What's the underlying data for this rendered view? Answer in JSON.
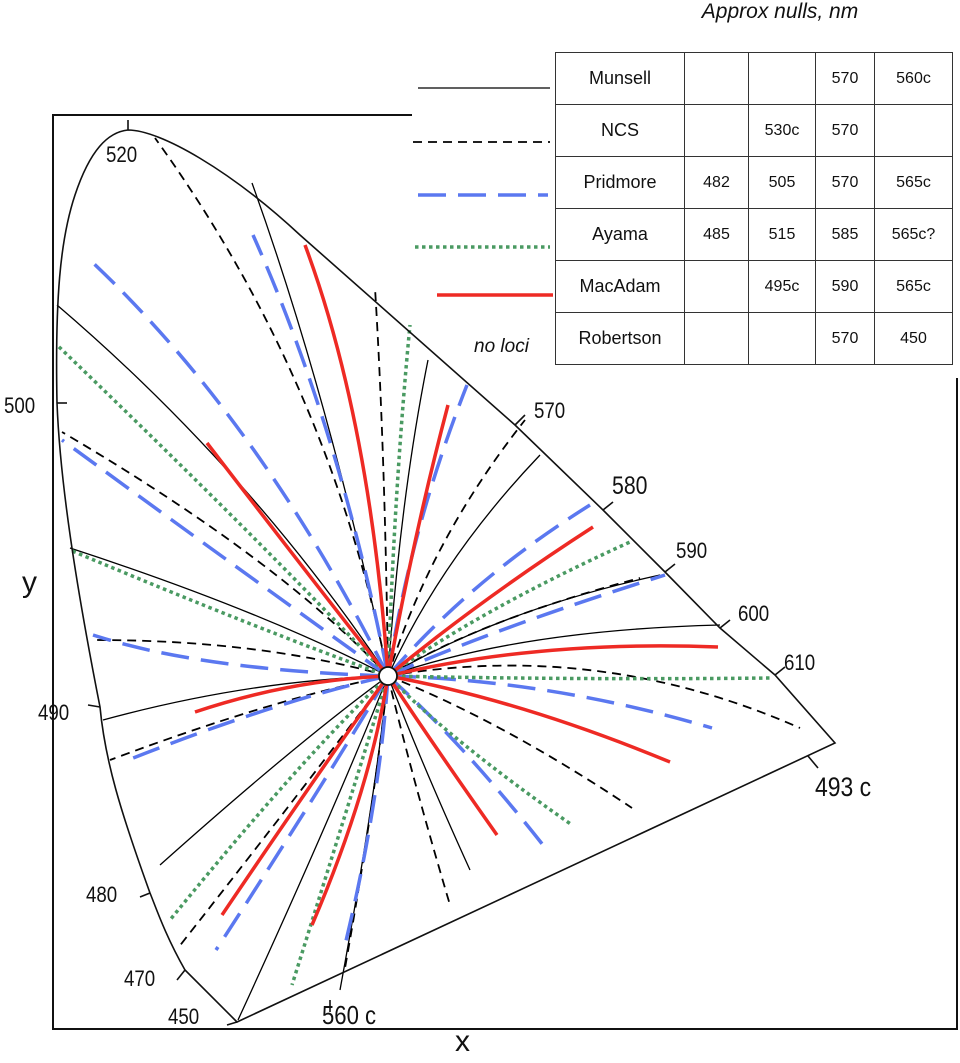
{
  "title": "Approx nulls, nm",
  "legend_note": "no loci",
  "colors": {
    "munsell": "#000000",
    "ncs": "#000000",
    "pridmore": "#5b78f0",
    "ayama": "#4a9a62",
    "macadam": "#ee2a24"
  },
  "table": {
    "rows": [
      {
        "name": "Munsell",
        "cells": [
          "",
          "",
          "570",
          "560c"
        ]
      },
      {
        "name": "NCS",
        "cells": [
          "",
          "530c",
          "570",
          ""
        ]
      },
      {
        "name": "Pridmore",
        "cells": [
          "482",
          "505",
          "570",
          "565c"
        ]
      },
      {
        "name": "Ayama",
        "cells": [
          "485",
          "515",
          "585",
          "565c?"
        ]
      },
      {
        "name": "MacAdam",
        "cells": [
          "",
          "495c",
          "590",
          "565c"
        ]
      },
      {
        "name": "Robertson",
        "cells": [
          "",
          "",
          "570",
          "450"
        ]
      }
    ]
  },
  "wavelength_labels": {
    "w520": "520",
    "w500": "500",
    "w490": "490",
    "w480": "480",
    "w470": "470",
    "w450": "450",
    "w560c": "560 c",
    "w570": "570",
    "w580": "580",
    "w590": "590",
    "w600": "600",
    "w610": "610",
    "w493c": "493 c"
  },
  "axes": {
    "x": "x",
    "y": "y"
  }
}
